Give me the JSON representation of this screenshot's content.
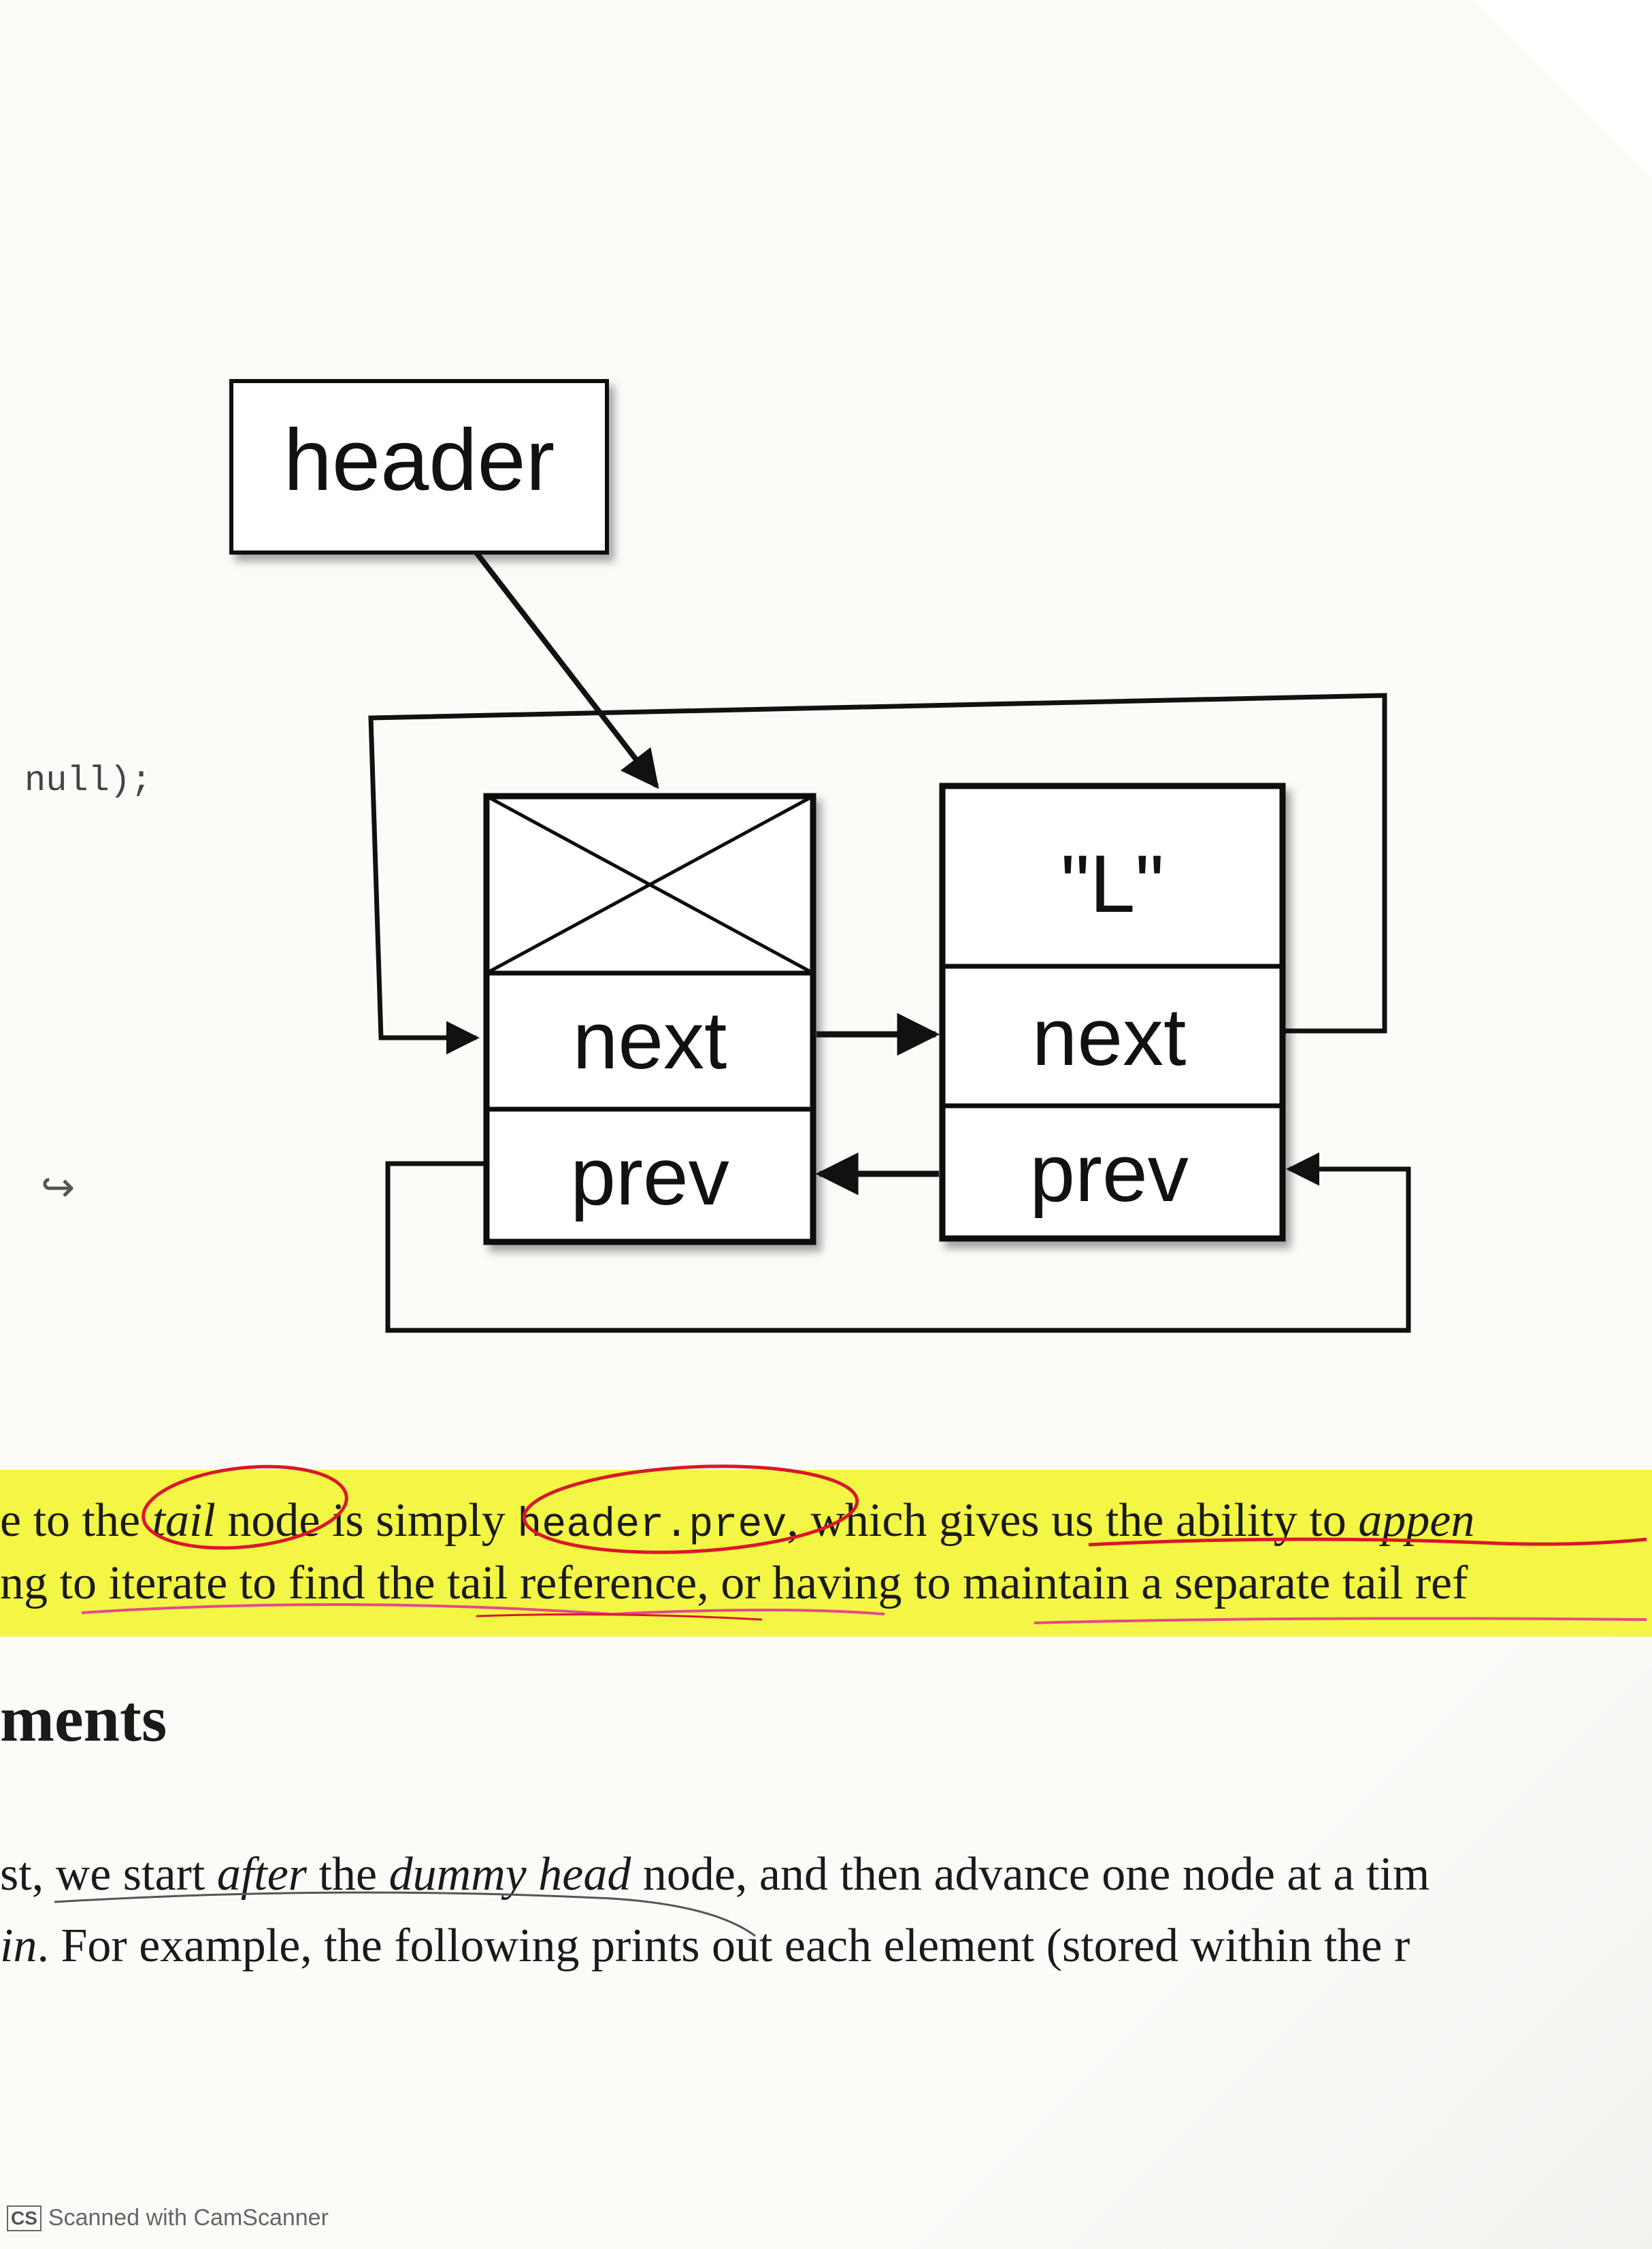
{
  "diagram": {
    "header_label": "header",
    "node1": {
      "next_label": "next",
      "prev_label": "prev"
    },
    "node2": {
      "value_label": "\"L\"",
      "next_label": "next",
      "prev_label": "prev"
    }
  },
  "margin_code": "null);",
  "paragraph1": {
    "line1": {
      "t1": "e to the ",
      "t2": "tail",
      "t3": " node",
      "t4": " is simply ",
      "code": "header.prev",
      "t5": ", which gives us the ability to ",
      "t6": "appen"
    },
    "line2": "ng to iterate to find the tail reference, or having to maintain a separate tail ref"
  },
  "heading": "ments",
  "paragraph2": {
    "line1": {
      "t1": "st, we start ",
      "t2": "after",
      "t3": " the ",
      "t4": "dummy head",
      "t5": " node, and then advance one node at a tim"
    },
    "line2": {
      "t1": "in",
      "t2": ". For example, the following prints out each element (stored within the r"
    }
  },
  "footer": {
    "logo": "CS",
    "text": "Scanned with CamScanner"
  },
  "colors": {
    "highlight": "#f2f53a",
    "annotation": "#d8182a"
  }
}
